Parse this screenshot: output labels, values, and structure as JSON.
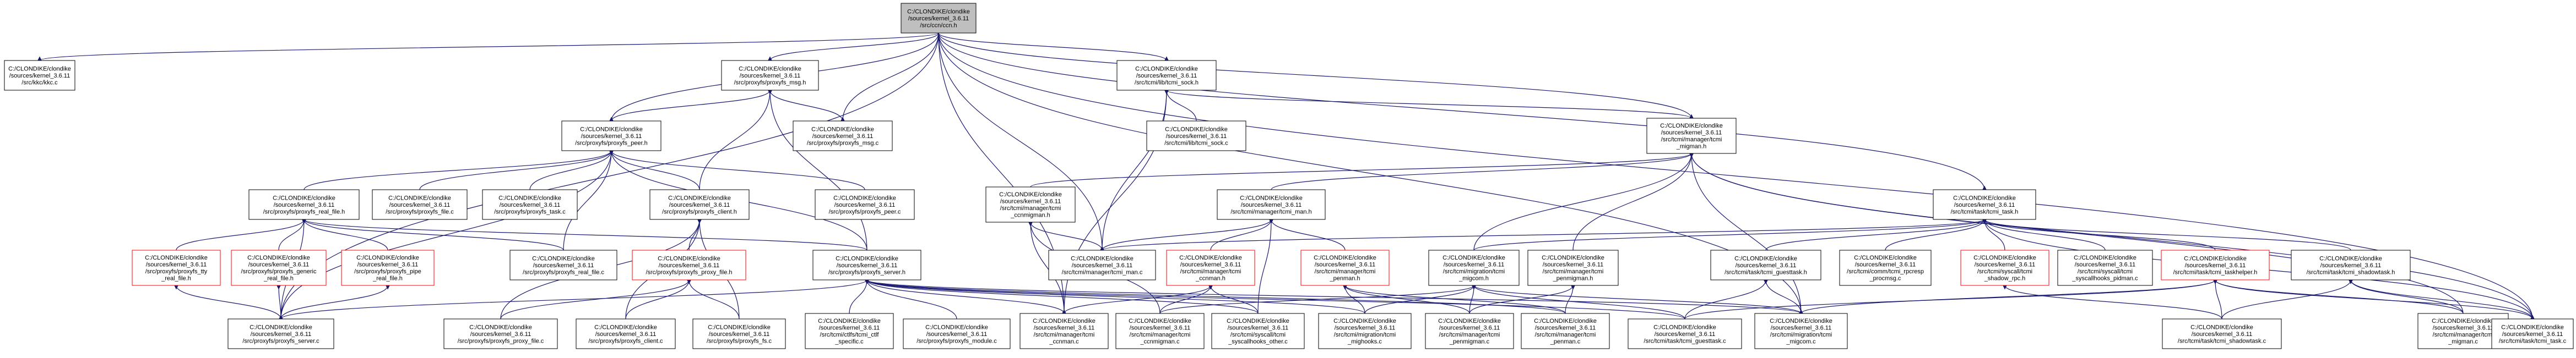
{
  "diagram": {
    "title": "",
    "colors": {
      "edge": "#191970",
      "root_fill": "#bfbfbf",
      "node_fill": "#ffffff",
      "node_border": "#000000",
      "incomplete_border": "#ff0000"
    },
    "nodes": [
      {
        "id": "root",
        "lines": [
          "C:/CLONDIKE/clondike",
          "/sources/kernel_3.6.11",
          "/src/ccn/ccn.h"
        ],
        "style": "root"
      },
      {
        "id": "kkc_c",
        "lines": [
          "C:/CLONDIKE/clondike",
          "/sources/kernel_3.6.11",
          "/src/kkc/kkc.c"
        ]
      },
      {
        "id": "proxyfs_msg_h",
        "lines": [
          "C:/CLONDIKE/clondike",
          "/sources/kernel_3.6.11",
          "/src/proxyfs/proxyfs_msg.h"
        ]
      },
      {
        "id": "tcmi_sock_h",
        "lines": [
          "C:/CLONDIKE/clondike",
          "/sources/kernel_3.6.11",
          "/src/tcmi/lib/tcmi_sock.h"
        ]
      },
      {
        "id": "proxyfs_peer_h",
        "lines": [
          "C:/CLONDIKE/clondike",
          "/sources/kernel_3.6.11",
          "/src/proxyfs/proxyfs_peer.h"
        ]
      },
      {
        "id": "proxyfs_msg_c",
        "lines": [
          "C:/CLONDIKE/clondike",
          "/sources/kernel_3.6.11",
          "/src/proxyfs/proxyfs_msg.c"
        ]
      },
      {
        "id": "tcmi_sock_c",
        "lines": [
          "C:/CLONDIKE/clondike",
          "/sources/kernel_3.6.11",
          "/src/tcmi/lib/tcmi_sock.c"
        ]
      },
      {
        "id": "tcmi_migman_h",
        "lines": [
          "C:/CLONDIKE/clondike",
          "/sources/kernel_3.6.11",
          "/src/tcmi/manager/tcmi",
          "_migman.h"
        ]
      },
      {
        "id": "proxyfs_real_file_h",
        "lines": [
          "C:/CLONDIKE/clondike",
          "/sources/kernel_3.6.11",
          "/src/proxyfs/proxyfs_real_file.h"
        ]
      },
      {
        "id": "proxyfs_file_c",
        "lines": [
          "C:/CLONDIKE/clondike",
          "/sources/kernel_3.6.11",
          "/src/proxyfs/proxyfs_file.c"
        ]
      },
      {
        "id": "proxyfs_task_c",
        "lines": [
          "C:/CLONDIKE/clondike",
          "/sources/kernel_3.6.11",
          "/src/proxyfs/proxyfs_task.c"
        ]
      },
      {
        "id": "proxyfs_client_h",
        "lines": [
          "C:/CLONDIKE/clondike",
          "/sources/kernel_3.6.11",
          "/src/proxyfs/proxyfs_client.h"
        ]
      },
      {
        "id": "proxyfs_peer_c",
        "lines": [
          "C:/CLONDIKE/clondike",
          "/sources/kernel_3.6.11",
          "/src/proxyfs/proxyfs_peer.c"
        ]
      },
      {
        "id": "tcmi_ccnmigman_h",
        "lines": [
          "C:/CLONDIKE/clondike",
          "/sources/kernel_3.6.11",
          "/src/tcmi/manager/tcmi",
          "_ccnmigman.h"
        ]
      },
      {
        "id": "tcmi_man_h",
        "lines": [
          "C:/CLONDIKE/clondike",
          "/sources/kernel_3.6.11",
          "/src/tcmi/manager/tcmi_man.h"
        ]
      },
      {
        "id": "tcmi_task_h",
        "lines": [
          "C:/CLONDIKE/clondike",
          "/sources/kernel_3.6.11",
          "/src/tcmi/task/tcmi_task.h"
        ]
      },
      {
        "id": "proxyfs_tty_real_file_h",
        "lines": [
          "C:/CLONDIKE/clondike",
          "/sources/kernel_3.6.11",
          "/src/proxyfs/proxyfs_tty",
          "_real_file.h"
        ],
        "style": "red"
      },
      {
        "id": "proxyfs_generic_real_file_h",
        "lines": [
          "C:/CLONDIKE/clondike",
          "/sources/kernel_3.6.11",
          "/src/proxyfs/proxyfs_generic",
          "_real_file.h"
        ],
        "style": "red"
      },
      {
        "id": "proxyfs_pipe_real_file_h",
        "lines": [
          "C:/CLONDIKE/clondike",
          "/sources/kernel_3.6.11",
          "/src/proxyfs/proxyfs_pipe",
          "_real_file.h"
        ],
        "style": "red"
      },
      {
        "id": "proxyfs_real_file_c",
        "lines": [
          "C:/CLONDIKE/clondike",
          "/sources/kernel_3.6.11",
          "/src/proxyfs/proxyfs_real_file.c"
        ]
      },
      {
        "id": "proxyfs_proxy_file_h",
        "lines": [
          "C:/CLONDIKE/clondike",
          "/sources/kernel_3.6.11",
          "/src/proxyfs/proxyfs_proxy_file.h"
        ],
        "style": "red"
      },
      {
        "id": "proxyfs_server_h",
        "lines": [
          "C:/CLONDIKE/clondike",
          "/sources/kernel_3.6.11",
          "/src/proxyfs/proxyfs_server.h"
        ]
      },
      {
        "id": "tcmi_man_c",
        "lines": [
          "C:/CLONDIKE/clondike",
          "/sources/kernel_3.6.11",
          "/src/tcmi/manager/tcmi_man.c"
        ]
      },
      {
        "id": "tcmi_ccnman_h",
        "lines": [
          "C:/CLONDIKE/clondike",
          "/sources/kernel_3.6.11",
          "/src/tcmi/manager/tcmi",
          "_ccnman.h"
        ],
        "style": "red"
      },
      {
        "id": "tcmi_penman_h",
        "lines": [
          "C:/CLONDIKE/clondike",
          "/sources/kernel_3.6.11",
          "/src/tcmi/manager/tcmi",
          "_penman.h"
        ],
        "style": "red"
      },
      {
        "id": "tcmi_migcom_h",
        "lines": [
          "C:/CLONDIKE/clondike",
          "/sources/kernel_3.6.11",
          "/src/tcmi/migration/tcmi",
          "_migcom.h"
        ]
      },
      {
        "id": "tcmi_penmigman_h",
        "lines": [
          "C:/CLONDIKE/clondike",
          "/sources/kernel_3.6.11",
          "/src/tcmi/manager/tcmi",
          "_penmigman.h"
        ]
      },
      {
        "id": "tcmi_guesttask_h",
        "lines": [
          "C:/CLONDIKE/clondike",
          "/sources/kernel_3.6.11",
          "/src/tcmi/task/tcmi_guesttask.h"
        ]
      },
      {
        "id": "tcmi_rpcresp_procmsg_c",
        "lines": [
          "C:/CLONDIKE/clondike",
          "/sources/kernel_3.6.11",
          "/src/tcmi/comm/tcmi_rpcresp",
          "_procmsg.c"
        ]
      },
      {
        "id": "tcmi_shadow_rpc_h",
        "lines": [
          "C:/CLONDIKE/clondike",
          "/sources/kernel_3.6.11",
          "/src/tcmi/syscall/tcmi",
          "_shadow_rpc.h"
        ],
        "style": "red"
      },
      {
        "id": "tcmi_syscallhooks_pidman_c",
        "lines": [
          "C:/CLONDIKE/clondike",
          "/sources/kernel_3.6.11",
          "/src/tcmi/syscall/tcmi",
          "_syscallhooks_pidman.c"
        ]
      },
      {
        "id": "tcmi_taskhelper_h",
        "lines": [
          "C:/CLONDIKE/clondike",
          "/sources/kernel_3.6.11",
          "/src/tcmi/task/tcmi_taskhelper.h"
        ],
        "style": "red"
      },
      {
        "id": "tcmi_shadowtask_h",
        "lines": [
          "C:/CLONDIKE/clondike",
          "/sources/kernel_3.6.11",
          "/src/tcmi/task/tcmi_shadowtask.h"
        ]
      },
      {
        "id": "proxyfs_server_c",
        "lines": [
          "C:/CLONDIKE/clondike",
          "/sources/kernel_3.6.11",
          "/src/proxyfs/proxyfs_server.c"
        ]
      },
      {
        "id": "proxyfs_proxy_file_c",
        "lines": [
          "C:/CLONDIKE/clondike",
          "/sources/kernel_3.6.11",
          "/src/proxyfs/proxyfs_proxy_file.c"
        ]
      },
      {
        "id": "proxyfs_client_c",
        "lines": [
          "C:/CLONDIKE/clondike",
          "/sources/kernel_3.6.11",
          "/src/proxyfs/proxyfs_client.c"
        ]
      },
      {
        "id": "proxyfs_fs_c",
        "lines": [
          "C:/CLONDIKE/clondike",
          "/sources/kernel_3.6.11",
          "/src/proxyfs/proxyfs_fs.c"
        ]
      },
      {
        "id": "tcmi_ctlfs_specific_c",
        "lines": [
          "C:/CLONDIKE/clondike",
          "/sources/kernel_3.6.11",
          "/src/tcmi/ctlfs/tcmi_ctlf",
          "_specific.c"
        ]
      },
      {
        "id": "proxyfs_module_c",
        "lines": [
          "C:/CLONDIKE/clondike",
          "/sources/kernel_3.6.11",
          "/src/proxyfs/proxyfs_module.c"
        ]
      },
      {
        "id": "tcmi_ccnman_c",
        "lines": [
          "C:/CLONDIKE/clondike",
          "/sources/kernel_3.6.11",
          "/src/tcmi/manager/tcmi",
          "_ccnman.c"
        ]
      },
      {
        "id": "tcmi_ccnmigman_c",
        "lines": [
          "C:/CLONDIKE/clondike",
          "/sources/kernel_3.6.11",
          "/src/tcmi/manager/tcmi",
          "_ccnmigman.c"
        ]
      },
      {
        "id": "tcmi_syscallhooks_other_c",
        "lines": [
          "C:/CLONDIKE/clondike",
          "/sources/kernel_3.6.11",
          "/src/tcmi/syscall/tcmi",
          "_syscallhooks_other.c"
        ]
      },
      {
        "id": "tcmi_mighooks_c",
        "lines": [
          "C:/CLONDIKE/clondike",
          "/sources/kernel_3.6.11",
          "/src/tcmi/migration/tcmi",
          "_mighooks.c"
        ]
      },
      {
        "id": "tcmi_penmigman_c",
        "lines": [
          "C:/CLONDIKE/clondike",
          "/sources/kernel_3.6.11",
          "/src/tcmi/manager/tcmi",
          "_penmigman.c"
        ]
      },
      {
        "id": "tcmi_penman_c",
        "lines": [
          "C:/CLONDIKE/clondike",
          "/sources/kernel_3.6.11",
          "/src/tcmi/manager/tcmi",
          "_penman.c"
        ]
      },
      {
        "id": "tcmi_guesttask_c",
        "lines": [
          "C:/CLONDIKE/clondike",
          "/sources/kernel_3.6.11",
          "/src/tcmi/task/tcmi_guesttask.c"
        ]
      },
      {
        "id": "tcmi_migcom_c",
        "lines": [
          "C:/CLONDIKE/clondike",
          "/sources/kernel_3.6.11",
          "/src/tcmi/migration/tcmi",
          "_migcom.c"
        ]
      },
      {
        "id": "tcmi_shadowtask_c",
        "lines": [
          "C:/CLONDIKE/clondike",
          "/sources/kernel_3.6.11",
          "/src/tcmi/task/tcmi_shadowtask.c"
        ]
      },
      {
        "id": "tcmi_migman_c",
        "lines": [
          "C:/CLONDIKE/clondike",
          "/sources/kernel_3.6.11",
          "/src/tcmi/manager/tcmi",
          "_migman.c"
        ]
      },
      {
        "id": "tcmi_task_c",
        "lines": [
          "C:/CLONDIKE/clondike",
          "/sources/kernel_3.6.11",
          "/src/tcmi/task/tcmi_task.c"
        ]
      }
    ],
    "edges": [
      [
        "kkc_c",
        "root"
      ],
      [
        "proxyfs_msg_h",
        "root"
      ],
      [
        "tcmi_sock_h",
        "root"
      ],
      [
        "proxyfs_peer_h",
        "root"
      ],
      [
        "proxyfs_msg_c",
        "root"
      ],
      [
        "tcmi_migman_h",
        "root"
      ],
      [
        "tcmi_task_h",
        "root"
      ],
      [
        "proxyfs_server_c",
        "root"
      ],
      [
        "tcmi_ccnman_c",
        "root"
      ],
      [
        "tcmi_man_c",
        "root"
      ],
      [
        "tcmi_migcom_c",
        "root"
      ],
      [
        "tcmi_task_c",
        "root"
      ],
      [
        "proxyfs_msg_h",
        "proxyfs_peer_h"
      ],
      [
        "proxyfs_msg_h",
        "proxyfs_msg_c"
      ],
      [
        "proxyfs_msg_h",
        "proxyfs_client_h"
      ],
      [
        "proxyfs_msg_h",
        "proxyfs_server_h"
      ],
      [
        "tcmi_sock_h",
        "tcmi_sock_c"
      ],
      [
        "tcmi_sock_h",
        "tcmi_migman_h"
      ],
      [
        "tcmi_sock_h",
        "tcmi_man_c"
      ],
      [
        "tcmi_sock_h",
        "tcmi_ccnman_c"
      ],
      [
        "proxyfs_peer_h",
        "proxyfs_real_file_h"
      ],
      [
        "proxyfs_peer_h",
        "proxyfs_file_c"
      ],
      [
        "proxyfs_peer_h",
        "proxyfs_task_c"
      ],
      [
        "proxyfs_peer_h",
        "proxyfs_client_h"
      ],
      [
        "proxyfs_peer_h",
        "proxyfs_peer_c"
      ],
      [
        "proxyfs_peer_h",
        "proxyfs_server_h"
      ],
      [
        "proxyfs_peer_h",
        "proxyfs_real_file_c"
      ],
      [
        "proxyfs_peer_h",
        "proxyfs_server_c"
      ],
      [
        "tcmi_migman_h",
        "tcmi_ccnmigman_h"
      ],
      [
        "tcmi_migman_h",
        "tcmi_man_h"
      ],
      [
        "tcmi_migman_h",
        "tcmi_migcom_h"
      ],
      [
        "tcmi_migman_h",
        "tcmi_penmigman_h"
      ],
      [
        "tcmi_migman_h",
        "tcmi_migman_c"
      ],
      [
        "tcmi_migman_h",
        "tcmi_task_c"
      ],
      [
        "tcmi_migman_h",
        "tcmi_migcom_c"
      ],
      [
        "proxyfs_real_file_h",
        "proxyfs_tty_real_file_h"
      ],
      [
        "proxyfs_real_file_h",
        "proxyfs_generic_real_file_h"
      ],
      [
        "proxyfs_real_file_h",
        "proxyfs_pipe_real_file_h"
      ],
      [
        "proxyfs_real_file_h",
        "proxyfs_real_file_c"
      ],
      [
        "proxyfs_real_file_h",
        "proxyfs_server_h"
      ],
      [
        "proxyfs_real_file_h",
        "proxyfs_server_c"
      ],
      [
        "proxyfs_client_h",
        "proxyfs_proxy_file_h"
      ],
      [
        "proxyfs_client_h",
        "proxyfs_client_c"
      ],
      [
        "proxyfs_client_h",
        "proxyfs_fs_c"
      ],
      [
        "proxyfs_client_h",
        "proxyfs_proxy_file_c"
      ],
      [
        "tcmi_ccnmigman_h",
        "tcmi_man_c"
      ],
      [
        "tcmi_ccnmigman_h",
        "tcmi_ccnman_c"
      ],
      [
        "tcmi_ccnmigman_h",
        "tcmi_ccnmigman_c"
      ],
      [
        "tcmi_man_h",
        "tcmi_man_c"
      ],
      [
        "tcmi_man_h",
        "tcmi_ccnman_h"
      ],
      [
        "tcmi_man_h",
        "tcmi_penman_h"
      ],
      [
        "tcmi_man_h",
        "tcmi_syscallhooks_other_c"
      ],
      [
        "tcmi_task_h",
        "tcmi_man_c"
      ],
      [
        "tcmi_task_h",
        "tcmi_migcom_h"
      ],
      [
        "tcmi_task_h",
        "tcmi_guesttask_h"
      ],
      [
        "tcmi_task_h",
        "tcmi_rpcresp_procmsg_c"
      ],
      [
        "tcmi_task_h",
        "tcmi_shadow_rpc_h"
      ],
      [
        "tcmi_task_h",
        "tcmi_syscallhooks_pidman_c"
      ],
      [
        "tcmi_task_h",
        "tcmi_taskhelper_h"
      ],
      [
        "tcmi_task_h",
        "tcmi_shadowtask_h"
      ],
      [
        "tcmi_task_h",
        "tcmi_task_c"
      ],
      [
        "proxyfs_tty_real_file_h",
        "proxyfs_server_c"
      ],
      [
        "proxyfs_generic_real_file_h",
        "proxyfs_server_c"
      ],
      [
        "proxyfs_pipe_real_file_h",
        "proxyfs_server_c"
      ],
      [
        "proxyfs_proxy_file_h",
        "proxyfs_proxy_file_c"
      ],
      [
        "proxyfs_proxy_file_h",
        "proxyfs_client_c"
      ],
      [
        "proxyfs_proxy_file_h",
        "proxyfs_fs_c"
      ],
      [
        "proxyfs_server_h",
        "proxyfs_server_c"
      ],
      [
        "proxyfs_server_h",
        "tcmi_ctlfs_specific_c"
      ],
      [
        "proxyfs_server_h",
        "proxyfs_module_c"
      ],
      [
        "proxyfs_server_h",
        "tcmi_ccnman_c"
      ],
      [
        "proxyfs_server_h",
        "tcmi_syscallhooks_other_c"
      ],
      [
        "proxyfs_server_h",
        "tcmi_mighooks_c"
      ],
      [
        "proxyfs_server_h",
        "tcmi_penman_c"
      ],
      [
        "proxyfs_server_h",
        "tcmi_migcom_c"
      ],
      [
        "proxyfs_server_h",
        "tcmi_guesttask_c"
      ],
      [
        "tcmi_ccnman_h",
        "tcmi_ccnman_c"
      ],
      [
        "tcmi_ccnman_h",
        "tcmi_ccnmigman_c"
      ],
      [
        "tcmi_ccnman_h",
        "tcmi_syscallhooks_other_c"
      ],
      [
        "tcmi_penman_h",
        "tcmi_penman_c"
      ],
      [
        "tcmi_penman_h",
        "tcmi_mighooks_c"
      ],
      [
        "tcmi_penman_h",
        "tcmi_penmigman_c"
      ],
      [
        "tcmi_migcom_h",
        "tcmi_ccnmigman_c"
      ],
      [
        "tcmi_migcom_h",
        "tcmi_mighooks_c"
      ],
      [
        "tcmi_migcom_h",
        "tcmi_penmigman_c"
      ],
      [
        "tcmi_migcom_h",
        "tcmi_migcom_c"
      ],
      [
        "tcmi_migcom_h",
        "tcmi_guesttask_c"
      ],
      [
        "tcmi_penmigman_h",
        "tcmi_penmigman_c"
      ],
      [
        "tcmi_penmigman_h",
        "tcmi_penman_c"
      ],
      [
        "tcmi_guesttask_h",
        "tcmi_guesttask_c"
      ],
      [
        "tcmi_guesttask_h",
        "tcmi_migcom_c"
      ],
      [
        "tcmi_shadow_rpc_h",
        "tcmi_shadowtask_c"
      ],
      [
        "tcmi_taskhelper_h",
        "tcmi_guesttask_c"
      ],
      [
        "tcmi_taskhelper_h",
        "tcmi_migcom_c"
      ],
      [
        "tcmi_taskhelper_h",
        "tcmi_shadowtask_c"
      ],
      [
        "tcmi_taskhelper_h",
        "tcmi_migman_c"
      ],
      [
        "tcmi_taskhelper_h",
        "tcmi_task_c"
      ],
      [
        "tcmi_shadowtask_h",
        "tcmi_shadowtask_c"
      ],
      [
        "tcmi_shadowtask_h",
        "tcmi_migman_c"
      ],
      [
        "tcmi_shadowtask_h",
        "tcmi_task_c"
      ]
    ]
  }
}
